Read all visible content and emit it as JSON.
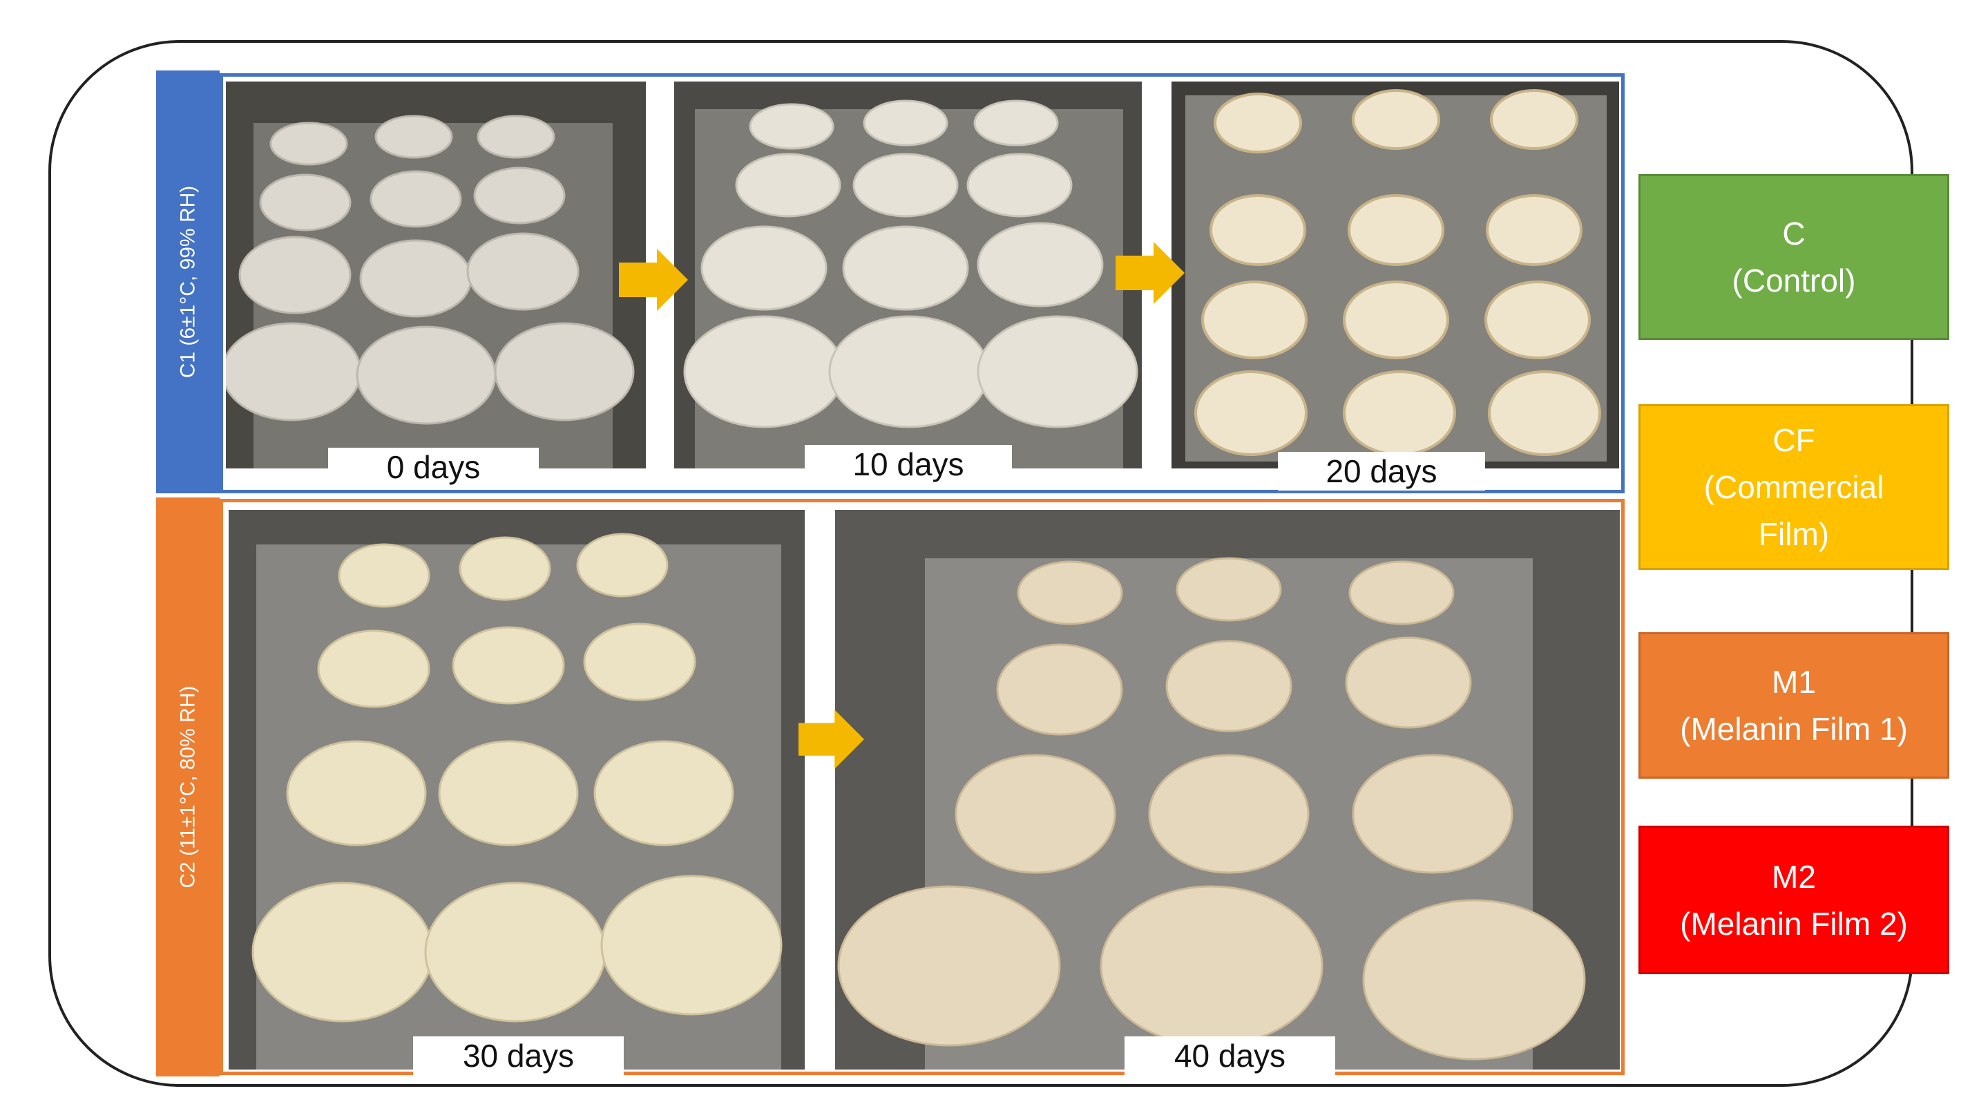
{
  "conditions": {
    "c1": {
      "label": "C1 (6±1°C, 99% RH)",
      "color": "#4472c4"
    },
    "c2": {
      "label": "C2 (11±1°C, 80% RH)",
      "color": "#ed7d31"
    }
  },
  "photos": {
    "day0": {
      "label": "0 days"
    },
    "day10": {
      "label": "10 days"
    },
    "day20": {
      "label": "20 days"
    },
    "day30": {
      "label": "30 days"
    },
    "day40": {
      "label": "40 days"
    }
  },
  "legend": [
    {
      "code": "C",
      "name": "(Control)",
      "color": "#70ad47"
    },
    {
      "code": "CF",
      "name_line1": "(Commercial",
      "name_line2": "Film)",
      "color": "#ffc000"
    },
    {
      "code": "M1",
      "name": "(Melanin Film 1)",
      "color": "#ed7d31"
    },
    {
      "code": "M2",
      "name": "(Melanin Film 2)",
      "color": "#ff0000"
    }
  ],
  "arrow_color": "#f5b800"
}
